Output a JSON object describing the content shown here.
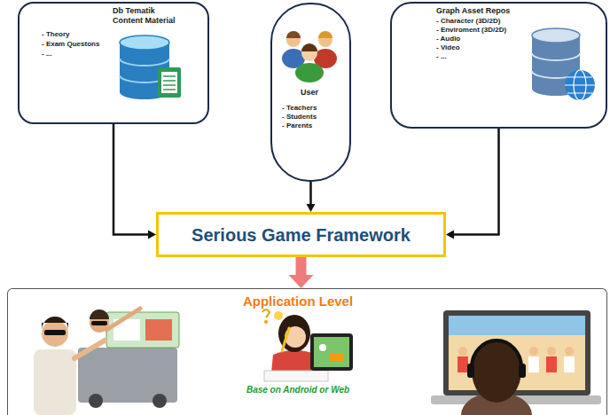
{
  "diagram": {
    "nodes": [
      {
        "text": [
          "Db Tematik Content Material",
          "- Theory",
          "- Exam Questons",
          "- ..."
        ]
      },
      {
        "text": [
          "User",
          "- Teachers",
          "- Students",
          "- Parents"
        ]
      },
      {
        "text": [
          "Graph Asset Repos",
          "- Character (3D/2D)",
          "- Enviroment (3D/2D)",
          "- Audio",
          "- Video",
          "- ..."
        ]
      },
      {
        "text": [
          "Serious Game Framework"
        ]
      },
      {
        "text": [
          "Application Level",
          "Base on Android or Web"
        ]
      }
    ],
    "edges": [
      {
        "from": 0,
        "to": 3,
        "arrow": "to"
      },
      {
        "from": 1,
        "to": 3,
        "arrow": "to"
      },
      {
        "from": 2,
        "to": 3,
        "arrow": "to"
      },
      {
        "from": 3,
        "to": 4,
        "arrow": "to"
      }
    ]
  }
}
